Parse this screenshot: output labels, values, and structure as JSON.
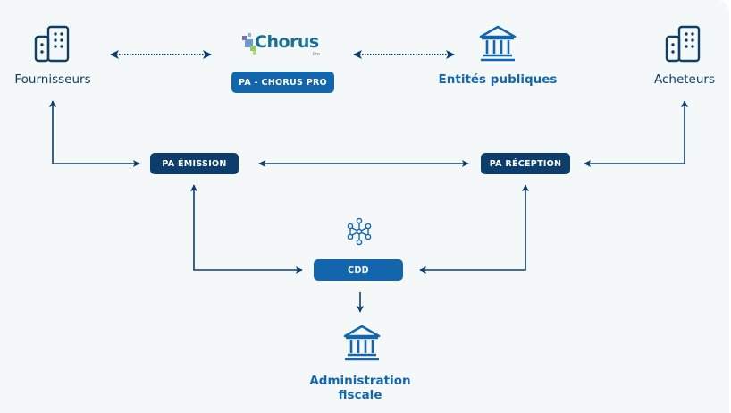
{
  "colors": {
    "background": "#f4f8f9",
    "dark_navy": "#0d3e6b",
    "accent_blue": "#1366ac",
    "label_navy": "#0e3f66"
  },
  "nodes": {
    "fournisseurs": {
      "label": "Fournisseurs",
      "icon": "buildings-icon"
    },
    "chorus_logo": {
      "text": "Chorus",
      "sub": "Pro",
      "icon": "chorus-pro-logo"
    },
    "pa_chorus_pro": {
      "label": "PA - CHORUS PRO"
    },
    "entites_publiques": {
      "label": "Entités publiques",
      "icon": "institution-icon"
    },
    "acheteurs": {
      "label": "Acheteurs",
      "icon": "buildings-icon"
    },
    "pa_emission": {
      "label": "PA ÉMISSION"
    },
    "pa_reception": {
      "label": "PA RÉCEPTION"
    },
    "cdd": {
      "label": "CDD",
      "icon": "network-hub-icon"
    },
    "administration_fiscale": {
      "label_line1": "Administration",
      "label_line2": "fiscale",
      "icon": "institution-icon"
    }
  },
  "edges": [
    {
      "from": "pa_chorus_pro",
      "to": "fournisseurs",
      "style": "dotted",
      "direction": "both"
    },
    {
      "from": "pa_chorus_pro",
      "to": "entites_publiques",
      "style": "dotted",
      "direction": "both"
    },
    {
      "from": "pa_emission",
      "to": "fournisseurs",
      "style": "solid",
      "direction": "both"
    },
    {
      "from": "pa_emission",
      "to": "pa_reception",
      "style": "solid",
      "direction": "both"
    },
    {
      "from": "pa_reception",
      "to": "acheteurs",
      "style": "solid",
      "direction": "both"
    },
    {
      "from": "pa_emission",
      "to": "cdd",
      "style": "solid",
      "direction": "both"
    },
    {
      "from": "pa_reception",
      "to": "cdd",
      "style": "solid",
      "direction": "both"
    },
    {
      "from": "cdd",
      "to": "administration_fiscale",
      "style": "solid",
      "direction": "forward"
    }
  ]
}
